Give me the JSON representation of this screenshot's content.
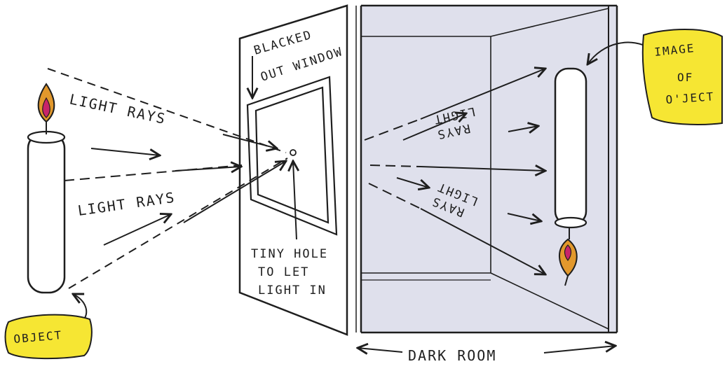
{
  "labels": {
    "blacked_out_line1": "BLACKED",
    "blacked_out_line2": "OUT WINDOW",
    "light_rays_upper": "LIGHT RAYS",
    "light_rays_lower": "LIGHT RAYS",
    "tiny_hole_line1": "TINY HOLE",
    "tiny_hole_line2": "TO LET",
    "tiny_hole_line3": "LIGHT IN",
    "object_tag": "OBJECT",
    "image_tag_line1": "IMAGE",
    "image_tag_line2": "OF",
    "image_tag_line3": "O'JECT",
    "inverted_rays_1_line1": "LIGHT",
    "inverted_rays_1_line2": "RAYS",
    "inverted_rays_2_line1": "LIGHT",
    "inverted_rays_2_line2": "RAYS",
    "dark_room": "DARK ROOM"
  },
  "colors": {
    "ink": "#1e1e1e",
    "room_fill": "#dfe0ec",
    "tag_fill": "#f6e633",
    "flame_outer": "#e2982c",
    "flame_inner": "#c8256a"
  }
}
